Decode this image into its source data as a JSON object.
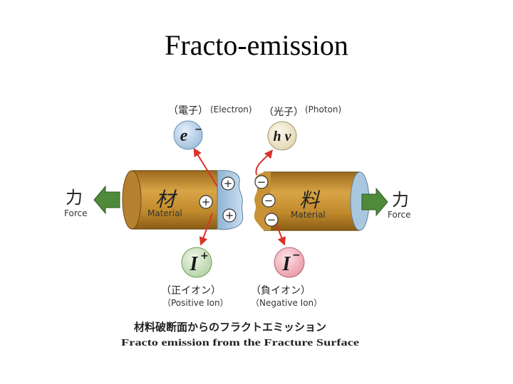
{
  "title": "Fracto-emission",
  "left_force": {
    "jp": "力",
    "en": "Force"
  },
  "right_force": {
    "jp": "力",
    "en": "Force"
  },
  "left_material": {
    "jp": "材",
    "en": "Material"
  },
  "right_material": {
    "jp": "料",
    "en": "Material"
  },
  "electron": {
    "jp": "（電子）",
    "en": "(Electron)",
    "symbol": "e",
    "sup": "−"
  },
  "photon": {
    "jp": "（光子）",
    "en": "(Photon)",
    "symbol": "h ν"
  },
  "positive_ion": {
    "jp": "（正イオン）",
    "en": "（Positive Ion）",
    "symbol": "I",
    "sup": "+"
  },
  "negative_ion": {
    "jp": "（負イオン）",
    "en": "（Negative Ion）",
    "symbol": "I",
    "sup": "−"
  },
  "plus_sign": "+",
  "minus_sign": "−",
  "caption": {
    "jp": "材料破断面からのフラクトエミッション",
    "en": "Fracto emission from the Fracture Surface"
  },
  "colors": {
    "material": "#c8922e",
    "material_dark": "#8a5f14",
    "fracture": "#a9c8df",
    "arrow_green": "#4e8a3a",
    "arrow_red": "#d9322a",
    "electron_bg": "#b9d2ea",
    "photon_bg": "#f2ecd4",
    "pos_ion_bg": "#cfe3c4",
    "neg_ion_bg": "#f1b4bd"
  }
}
